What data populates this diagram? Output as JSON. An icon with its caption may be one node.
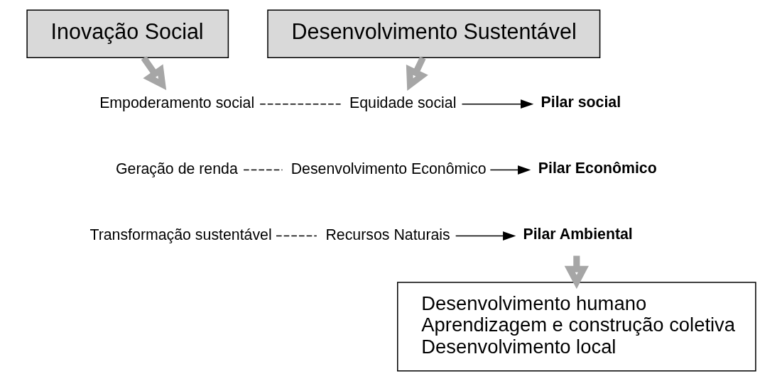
{
  "diagram": {
    "nodes": [
      {
        "text": [
          "Inovação Social"
        ]
      },
      {
        "text": [
          "Desenvolvimento Sustentável"
        ]
      },
      {
        "text": [
          "Empoderamento social"
        ]
      },
      {
        "text": [
          "Equidade social"
        ]
      },
      {
        "text": [
          "Pilar social"
        ]
      },
      {
        "text": [
          "Geração de renda"
        ]
      },
      {
        "text": [
          "Desenvolvimento Econômico"
        ]
      },
      {
        "text": [
          "Pilar Econômico"
        ]
      },
      {
        "text": [
          "Transformação sustentável"
        ]
      },
      {
        "text": [
          "Recursos Naturais"
        ]
      },
      {
        "text": [
          "Pilar Ambiental"
        ]
      },
      {
        "text": [
          "Desenvolvimento humano",
          "Aprendizagem e construção coletiva",
          "Desenvolvimento local"
        ]
      }
    ],
    "edges": [
      {
        "from": 0,
        "to": 2,
        "arrow": "to",
        "style": "thick",
        "color": "#a6a6a6"
      },
      {
        "from": 1,
        "to": 3,
        "arrow": "to",
        "style": "thick",
        "color": "#a6a6a6"
      },
      {
        "from": 2,
        "to": 3,
        "arrow": "none",
        "style": "dashed"
      },
      {
        "from": 3,
        "to": 4,
        "arrow": "to"
      },
      {
        "from": 5,
        "to": 6,
        "arrow": "none",
        "style": "dashed"
      },
      {
        "from": 6,
        "to": 7,
        "arrow": "to"
      },
      {
        "from": 8,
        "to": 9,
        "arrow": "none",
        "style": "dashed"
      },
      {
        "from": 9,
        "to": 10,
        "arrow": "to"
      },
      {
        "from": 10,
        "to": 11,
        "arrow": "to",
        "style": "thick",
        "color": "#a6a6a6"
      }
    ]
  }
}
